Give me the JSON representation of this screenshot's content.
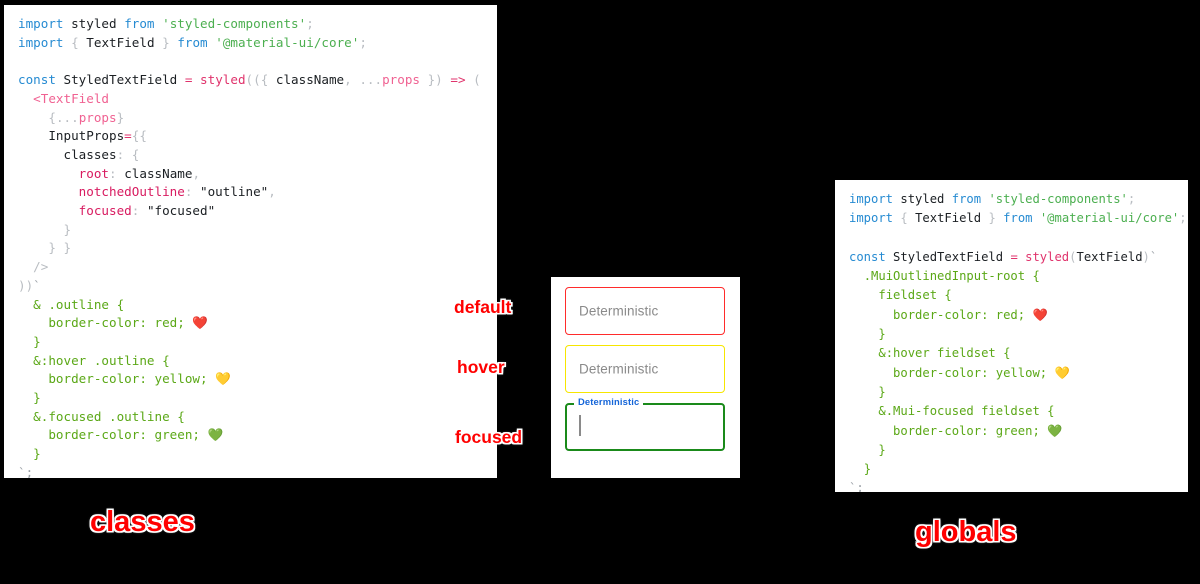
{
  "background_color": "#000000",
  "panels": {
    "classes": {
      "title": "classes",
      "code_lines": [
        "import styled from 'styled-components';",
        "import { TextField } from '@material-ui/core';",
        "",
        "const StyledTextField = styled(({ className, ...props }) => (",
        "  <TextField",
        "    {...props}",
        "    InputProps={{",
        "      classes: {",
        "        root: className,",
        "        notchedOutline: \"outline\",",
        "        focused: \"focused\"",
        "      }",
        "    } }",
        "  />",
        "))`",
        "  & .outline {",
        "    border-color: red; ❤️",
        "  }",
        "  &:hover .outline {",
        "    border-color: yellow; 💛",
        "  }",
        "  &.focused .outline {",
        "    border-color: green; 💚",
        "  }",
        "`;"
      ]
    },
    "globals": {
      "title": "globals",
      "code_lines": [
        "import styled from 'styled-components';",
        "import { TextField } from '@material-ui/core';",
        "",
        "const StyledTextField = styled(TextField)`",
        "  .MuiOutlinedInput-root {",
        "    fieldset {",
        "      border-color: red; ❤️",
        "    }",
        "    &:hover fieldset {",
        "      border-color: yellow; 💛",
        "    }",
        "    &.Mui-focused fieldset {",
        "      border-color: green; 💚",
        "    }",
        "  }",
        "`;"
      ]
    },
    "demo": {
      "fields": [
        {
          "state_label": "default",
          "text": "Deterministic",
          "border_color": "#ff2b2b"
        },
        {
          "state_label": "hover",
          "text": "Deterministic",
          "border_color": "#f6e600"
        },
        {
          "state_label": "focused",
          "text": "",
          "floating_label": "Deterministic",
          "floating_label_color": "#1565d8",
          "border_color": "#1a8a1a"
        }
      ]
    }
  },
  "annotation_color": "#ff0000"
}
